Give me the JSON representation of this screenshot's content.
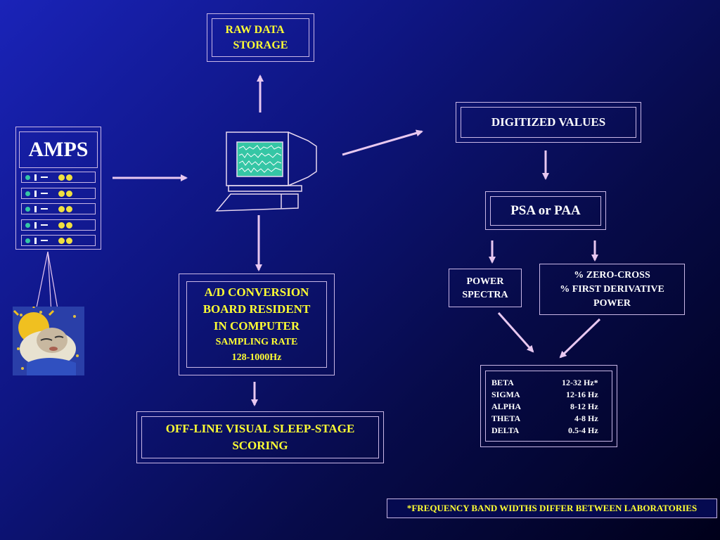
{
  "raw_storage": {
    "line1": "RAW DATA",
    "line2": "STORAGE"
  },
  "amps": {
    "label": "AMPS"
  },
  "digitized": {
    "label": "DIGITIZED VALUES"
  },
  "psa": {
    "label": "PSA or PAA"
  },
  "power_spectra": {
    "line1": "POWER",
    "line2": "SPECTRA"
  },
  "zero_cross": {
    "line1": "% ZERO-CROSS",
    "line2": "% FIRST DERIVATIVE",
    "line3": "POWER"
  },
  "ad_conversion": {
    "line1": "A/D CONVERSION",
    "line2": "BOARD RESIDENT",
    "line3": "IN COMPUTER",
    "line4": "SAMPLING RATE",
    "line5": "128-1000Hz"
  },
  "offline": {
    "line1": "OFF-LINE VISUAL SLEEP-STAGE",
    "line2": "SCORING"
  },
  "bands": [
    {
      "name": "BETA",
      "range": "12-32 Hz*"
    },
    {
      "name": "SIGMA",
      "range": "12-16 Hz"
    },
    {
      "name": "ALPHA",
      "range": "8-12 Hz"
    },
    {
      "name": "THETA",
      "range": "4-8 Hz"
    },
    {
      "name": "DELTA",
      "range": "0.5-4 Hz"
    }
  ],
  "footnote": "*FREQUENCY BAND WIDTHS DIFFER BETWEEN LABORATORIES",
  "colors": {
    "accent_text": "#ffff33",
    "border": "#c9b7e6",
    "arrow": "#e8c8f0",
    "screen": "#2fbf9f"
  },
  "icons": [
    "amplifier-rack-icon",
    "computer-monitor-icon",
    "sleeping-person-image"
  ]
}
